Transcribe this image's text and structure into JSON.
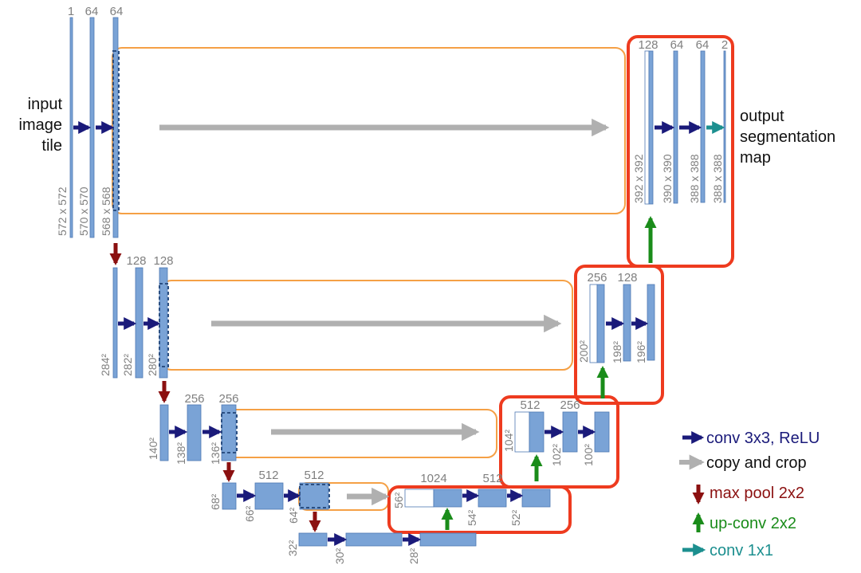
{
  "colors": {
    "feature_map": "#7aa3d6",
    "feature_map_stroke": "#4f78b3",
    "conv": "#1a1a7a",
    "copy": "#b0b0b0",
    "pool": "#8b1010",
    "upconv": "#1a8c1a",
    "conv1x1": "#1c8f8f",
    "copy_box": "#f5a045",
    "decoder_box": "#ee3b1f",
    "text_gray": "#7f7f7f"
  },
  "labels": {
    "input": [
      "input",
      "image",
      "tile"
    ],
    "output": [
      "output",
      "segmentation",
      "map"
    ]
  },
  "channels": {
    "c1": "1",
    "c64a": "64",
    "c64b": "64",
    "c128a": "128",
    "c128b": "128",
    "c256a": "256",
    "c256b": "256",
    "c512a": "512",
    "c512b": "512",
    "c1024": "1024",
    "d512": "512",
    "d512b": "512",
    "d256": "256",
    "d256b": "256",
    "d128": "128",
    "d128b": "128",
    "d64a": "64",
    "d64b": "64",
    "d2": "2"
  },
  "dims": {
    "e1a": "572 x 572",
    "e1b": "570 x 570",
    "e1c": "568 x 568",
    "e2a": "284²",
    "e2b": "282²",
    "e2c": "280²",
    "e3a": "140²",
    "e3b": "138²",
    "e3c": "136²",
    "e4a": "68²",
    "e4b": "66²",
    "e4c": "64²",
    "e5a": "32²",
    "e5b": "30²",
    "e5c": "28²",
    "d4a": "56²",
    "d4b": "54²",
    "d4c": "52²",
    "d3a": "104²",
    "d3b": "102²",
    "d3c": "100²",
    "d2a": "200²",
    "d2b": "198²",
    "d2c": "196²",
    "d1a": "392 x 392",
    "d1b": "390 x 390",
    "d1c": "388 x 388",
    "d1d": "388 x 388"
  },
  "legend": [
    {
      "icon": "conv-arrow-icon",
      "label": "conv 3x3, ReLU",
      "color": "#1a1a7a"
    },
    {
      "icon": "copy-arrow-icon",
      "label": "copy and crop",
      "color": "#111111"
    },
    {
      "icon": "pool-arrow-icon",
      "label": "max pool 2x2",
      "color": "#8b1010"
    },
    {
      "icon": "upconv-arrow-icon",
      "label": "up-conv 2x2",
      "color": "#1a8c1a"
    },
    {
      "icon": "conv1x1-arrow-icon",
      "label": "conv 1x1",
      "color": "#1c8f8f"
    }
  ]
}
